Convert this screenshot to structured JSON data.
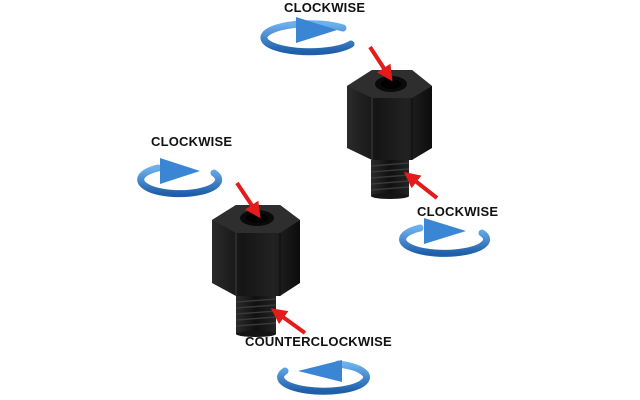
{
  "labels": {
    "top_nut_input": "CLOCKWISE",
    "top_nut_output": "CLOCKWISE",
    "bottom_nut_input": "CLOCKWISE",
    "bottom_nut_output": "COUNTERCLOCKWISE"
  },
  "colors": {
    "rotation_arrow": "#3b86d4",
    "rotation_arrow_dark": "#1f5fa8",
    "pointer_arrow": "#e41b1b",
    "part_body": "#1c1c1c",
    "part_highlight": "#3c3c3c",
    "text": "#111111"
  },
  "icons": {
    "rotation": "circular-rotation-arrow-icon",
    "pointer": "red-pointer-arrow-icon"
  }
}
